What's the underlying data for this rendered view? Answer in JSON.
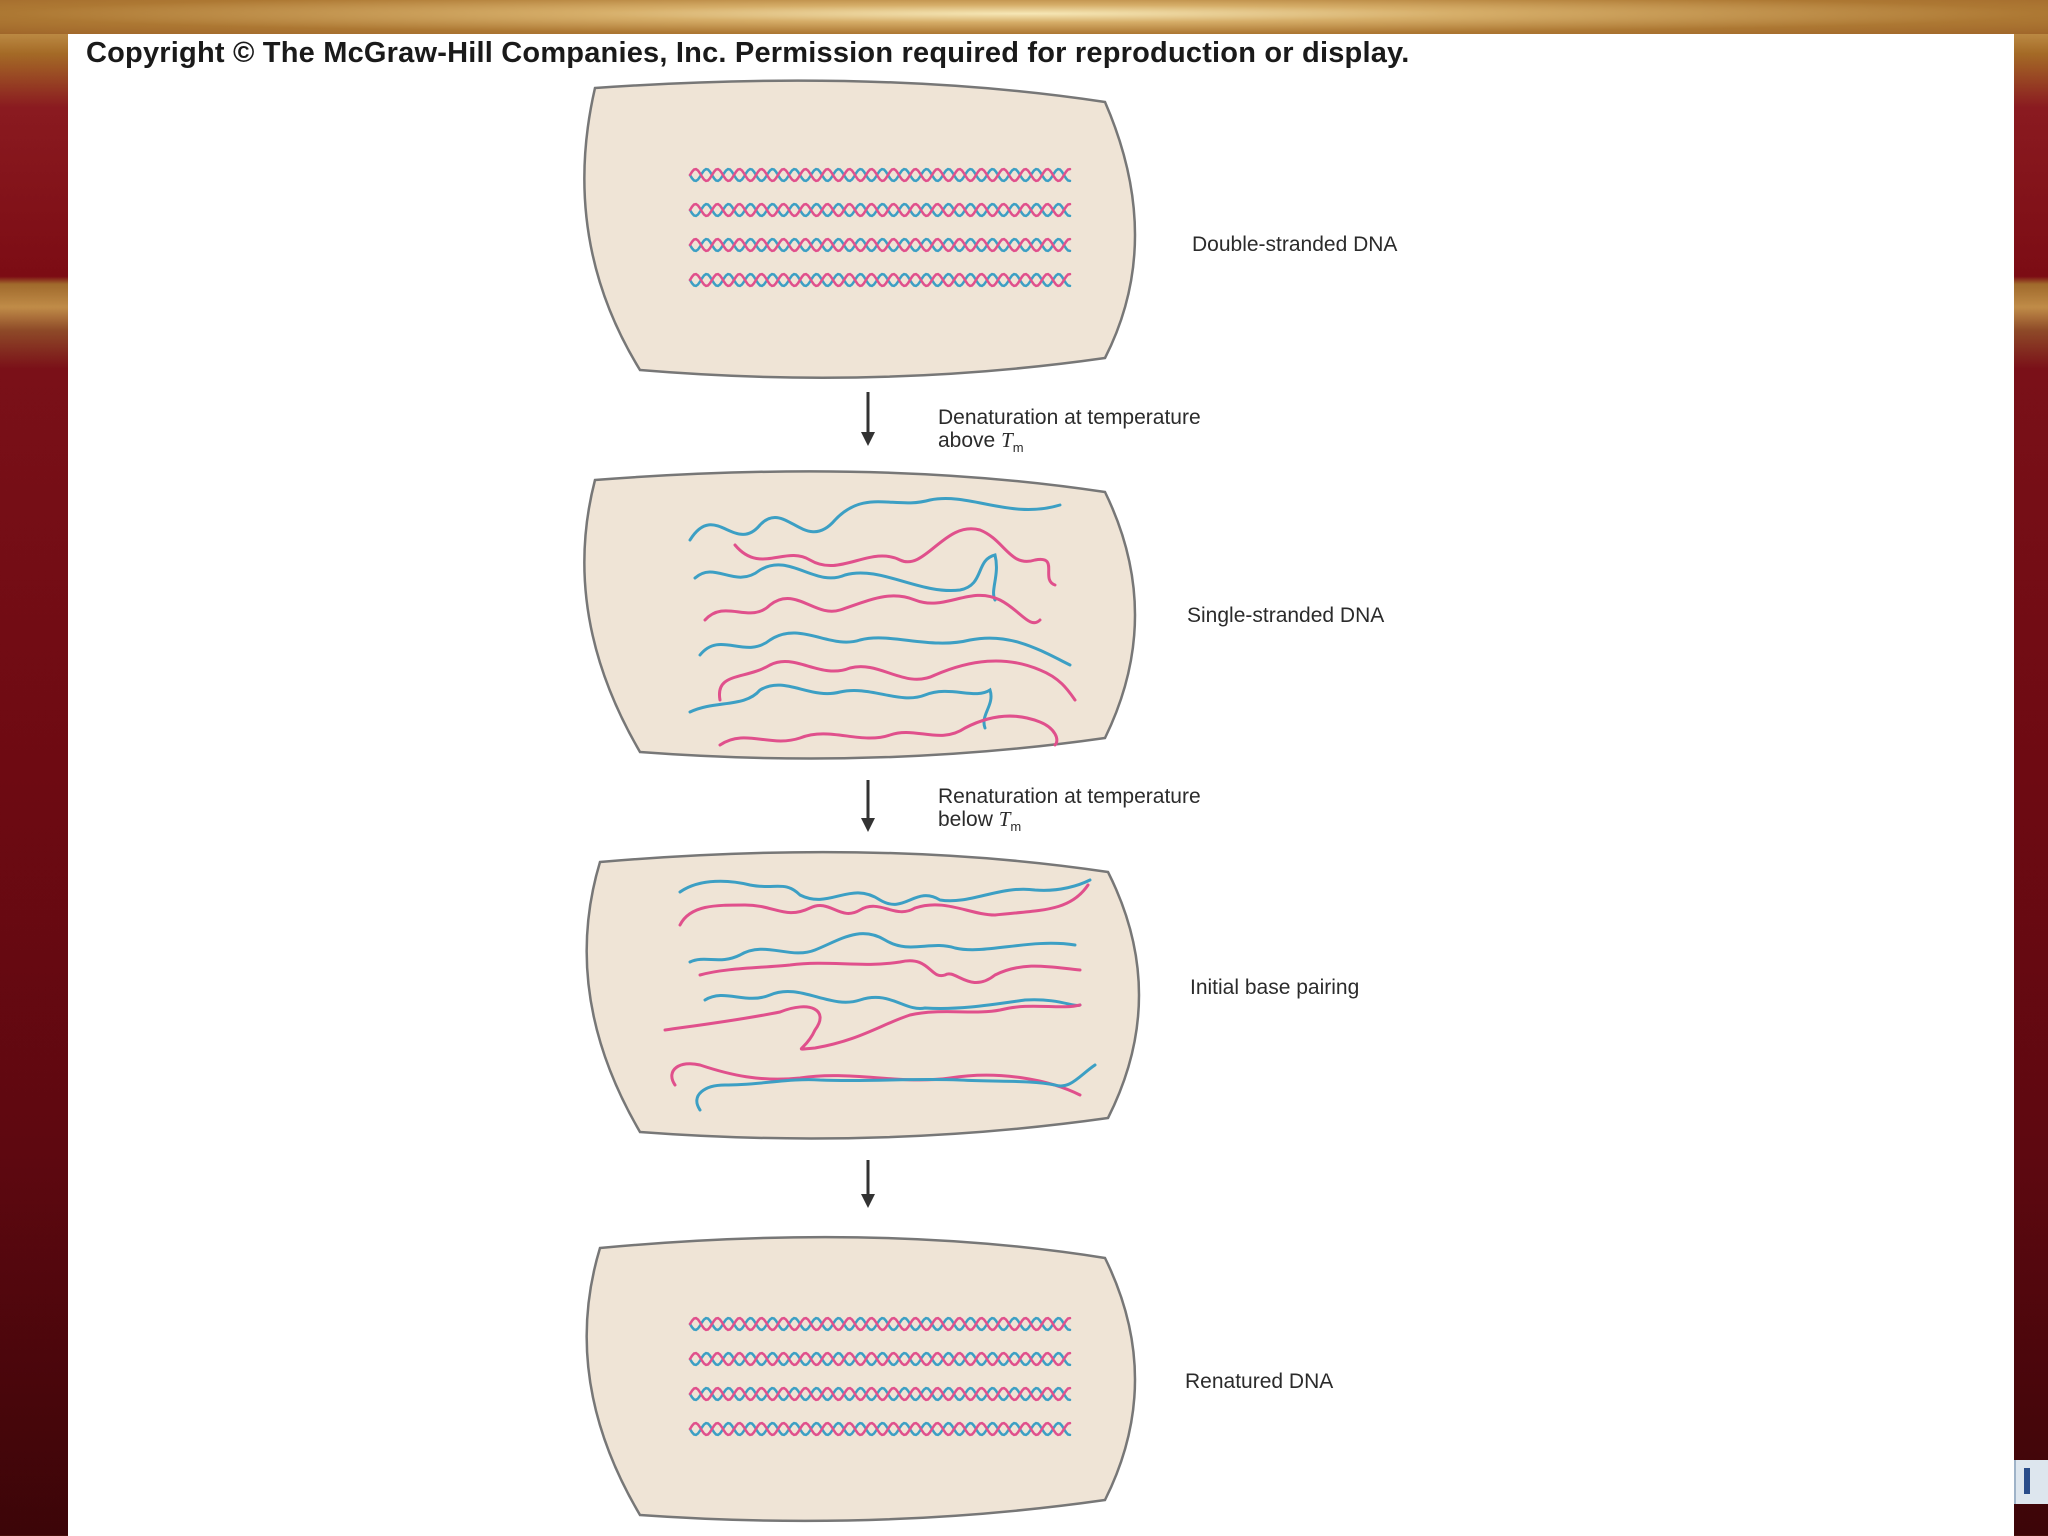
{
  "copyright": "Copyright © The McGraw-Hill Companies, Inc. Permission required for reproduction or display.",
  "colors": {
    "tube_fill": "#efe4d6",
    "tube_stroke": "#777777",
    "strand_pink": "#e0508c",
    "strand_blue": "#3c9fc4",
    "arrow": "#333333"
  },
  "stages": [
    {
      "label": "Double-stranded DNA"
    },
    {
      "label": "Single-stranded DNA"
    },
    {
      "label": "Initial base pairing"
    },
    {
      "label": "Renatured DNA"
    }
  ],
  "steps": [
    {
      "line1": "Denaturation at temperature",
      "line2_prefix": "above",
      "line2_symbol": "T",
      "line2_sub": "m"
    },
    {
      "line1": "Renaturation at temperature",
      "line2_prefix": "below",
      "line2_symbol": "T",
      "line2_sub": "m"
    },
    {
      "line1": "",
      "line2_prefix": "",
      "line2_symbol": "",
      "line2_sub": ""
    }
  ]
}
